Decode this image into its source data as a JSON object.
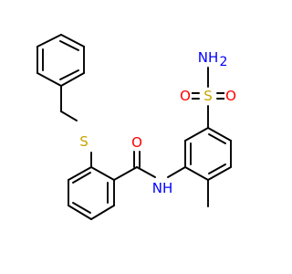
{
  "molecule": {
    "atoms": {
      "sulfanyl_s": {
        "label": "S",
        "color": "#c8a400"
      },
      "carbonyl_o": {
        "label": "O",
        "color": "#ff0000"
      },
      "amide_nh": {
        "label": "NH",
        "color": "#0000ff"
      },
      "sulfonyl_s": {
        "label": "S",
        "color": "#c8a400"
      },
      "sulfonyl_o_left": {
        "label": "O",
        "color": "#ff0000"
      },
      "sulfonyl_o_right": {
        "label": "O",
        "color": "#ff0000"
      },
      "sulfonamide_n": {
        "label": "NH",
        "color": "#0000ff"
      },
      "sulfonamide_h_subscript": {
        "label": "2",
        "color": "#0000ff"
      }
    },
    "bond_color": "#000000"
  }
}
